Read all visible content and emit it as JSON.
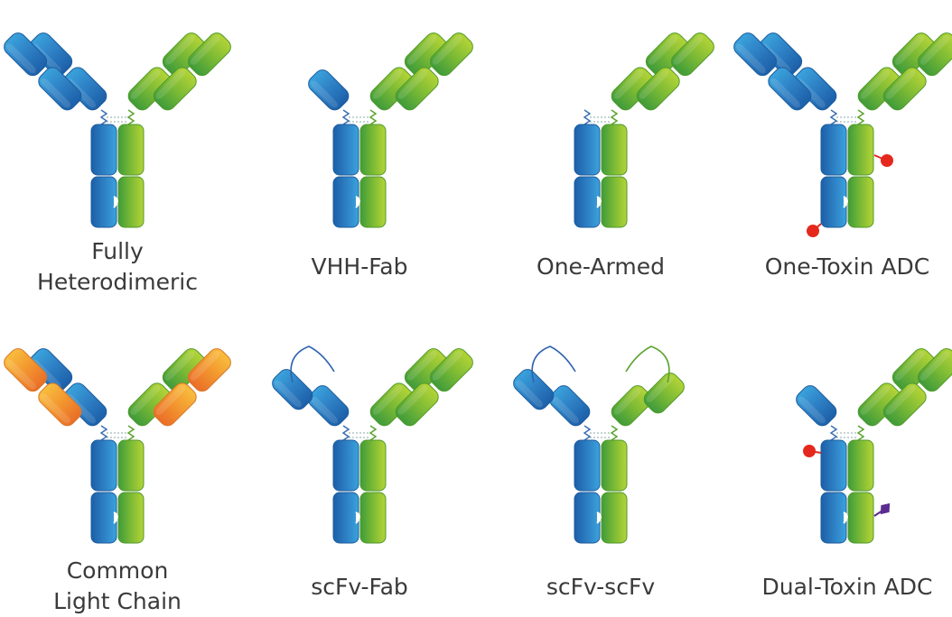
{
  "colors": {
    "blue": "#2f7fc3",
    "green": "#7ab838",
    "orange": "#f29a2e",
    "toxin_red": "#e5281d",
    "toxin_purple": "#5b2c8f",
    "text": "#3a3a3a"
  },
  "formats": [
    {
      "id": "fully-heterodimeric",
      "label": "Fully\nHeterodimeric"
    },
    {
      "id": "vhh-fab",
      "label": "VHH-Fab"
    },
    {
      "id": "one-armed",
      "label": "One-Armed"
    },
    {
      "id": "one-toxin-adc",
      "label": "One-Toxin ADC"
    },
    {
      "id": "common-light-chain",
      "label": "Common\nLight Chain"
    },
    {
      "id": "scfv-fab",
      "label": "scFv-Fab"
    },
    {
      "id": "scfv-scfv",
      "label": "scFv-scFv"
    },
    {
      "id": "dual-toxin-adc",
      "label": "Dual-Toxin ADC"
    }
  ]
}
